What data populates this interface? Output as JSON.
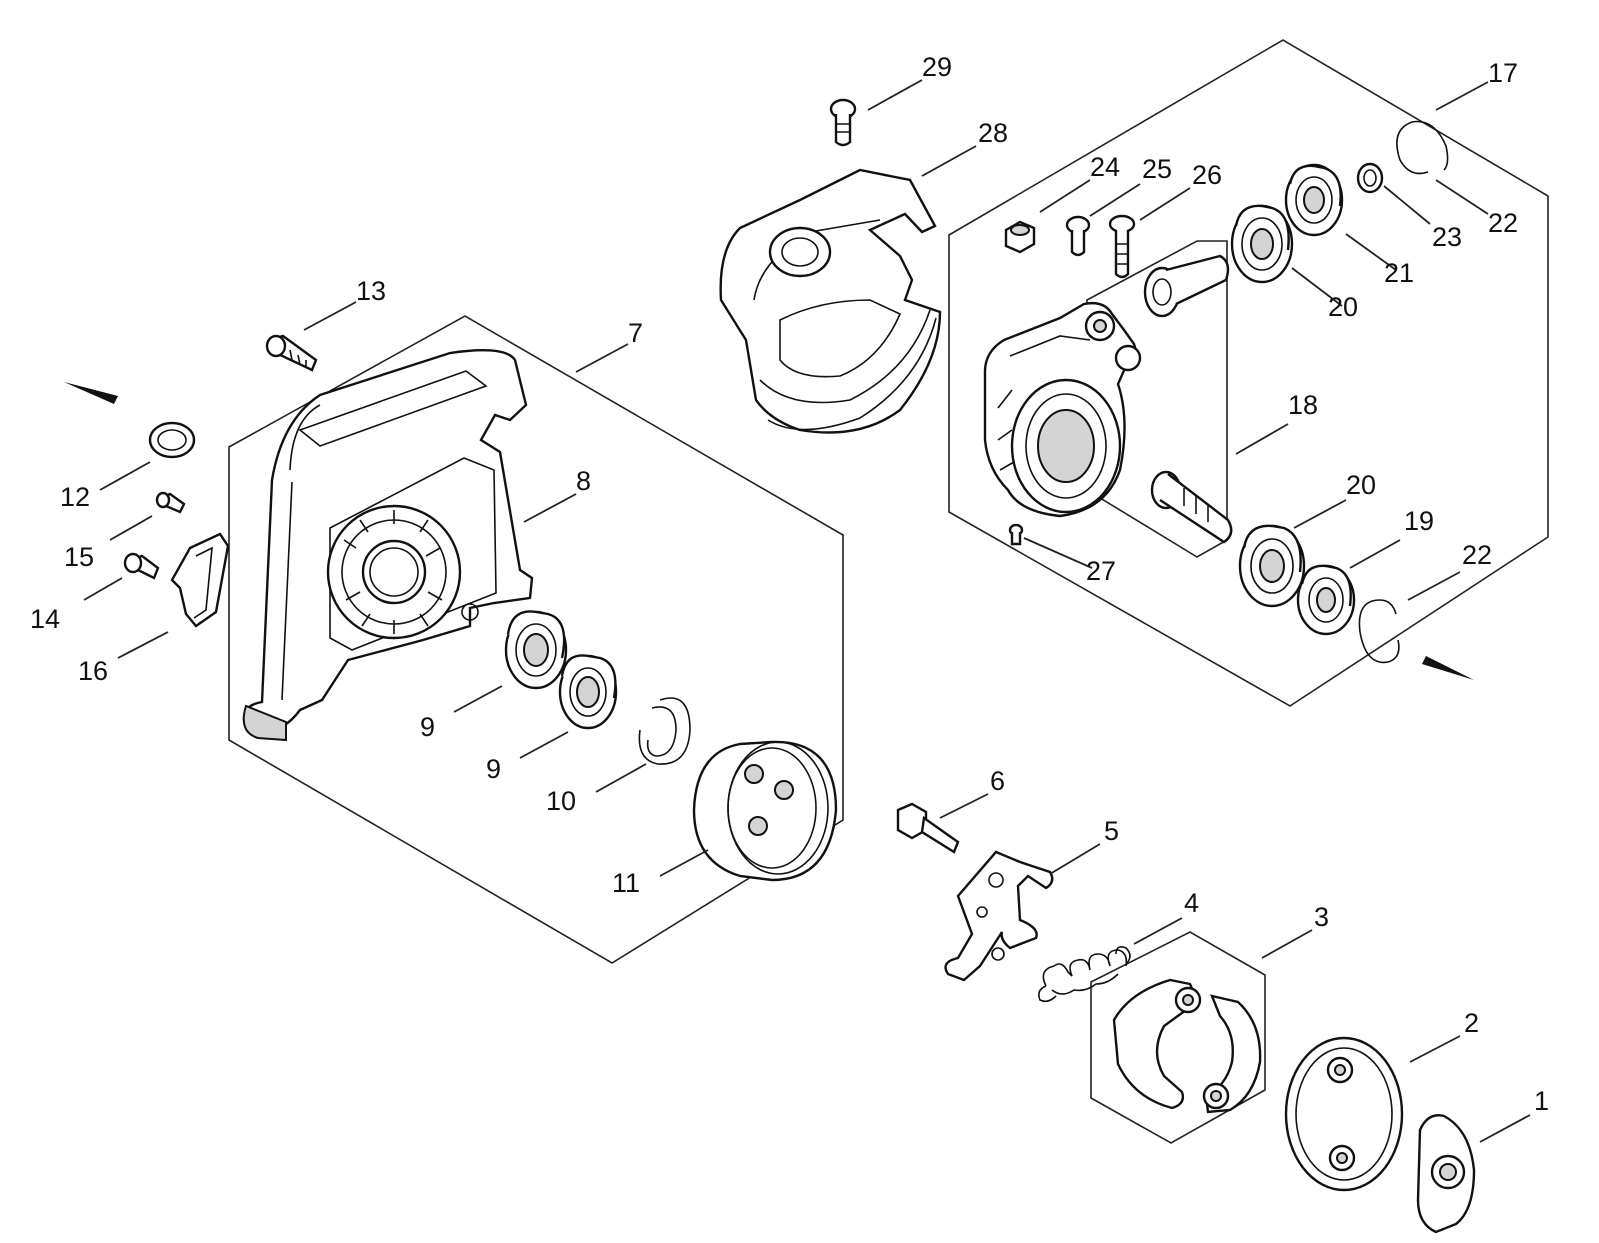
{
  "diagram": {
    "callouts": [
      {
        "id": "1",
        "text": "1"
      },
      {
        "id": "2",
        "text": "2"
      },
      {
        "id": "3",
        "text": "3"
      },
      {
        "id": "4",
        "text": "4"
      },
      {
        "id": "5",
        "text": "5"
      },
      {
        "id": "6",
        "text": "6"
      },
      {
        "id": "7",
        "text": "7"
      },
      {
        "id": "8",
        "text": "8"
      },
      {
        "id": "9a",
        "text": "9"
      },
      {
        "id": "9b",
        "text": "9"
      },
      {
        "id": "10",
        "text": "10"
      },
      {
        "id": "11",
        "text": "11"
      },
      {
        "id": "12",
        "text": "12"
      },
      {
        "id": "13",
        "text": "13"
      },
      {
        "id": "14",
        "text": "14"
      },
      {
        "id": "15",
        "text": "15"
      },
      {
        "id": "16",
        "text": "16"
      },
      {
        "id": "17",
        "text": "17"
      },
      {
        "id": "18",
        "text": "18"
      },
      {
        "id": "19",
        "text": "19"
      },
      {
        "id": "20a",
        "text": "20"
      },
      {
        "id": "20b",
        "text": "20"
      },
      {
        "id": "21",
        "text": "21"
      },
      {
        "id": "22a",
        "text": "22"
      },
      {
        "id": "22b",
        "text": "22"
      },
      {
        "id": "23",
        "text": "23"
      },
      {
        "id": "24",
        "text": "24"
      },
      {
        "id": "25",
        "text": "25"
      },
      {
        "id": "26",
        "text": "26"
      },
      {
        "id": "27",
        "text": "27"
      },
      {
        "id": "28",
        "text": "28"
      },
      {
        "id": "29",
        "text": "29"
      }
    ]
  }
}
